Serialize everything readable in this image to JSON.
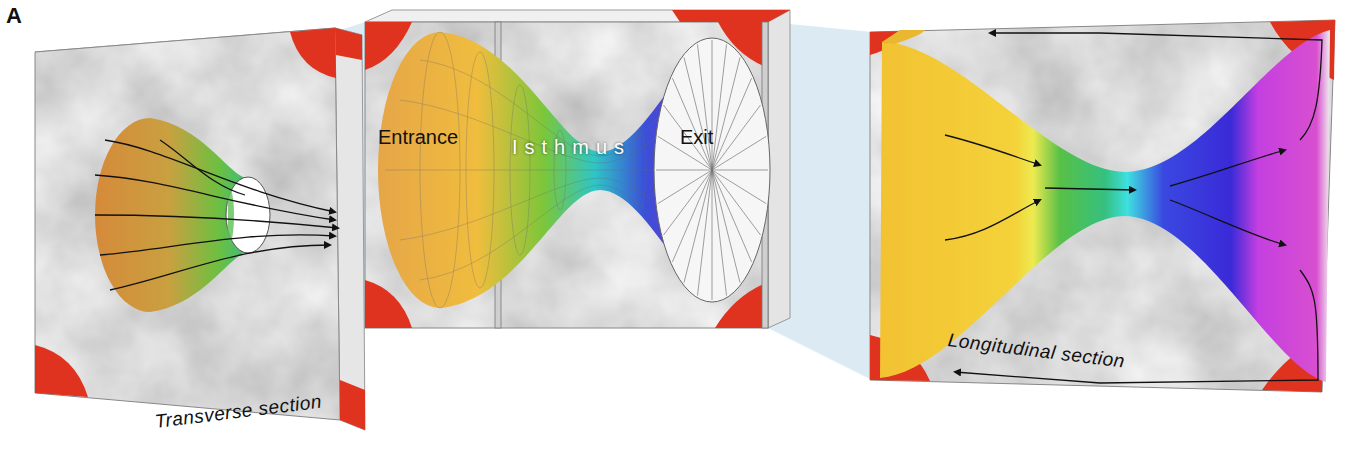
{
  "diagram": {
    "labels": [
      "A",
      "Entrance",
      "Isthmus",
      "Exit",
      "Transverse section",
      "Longitudinal section"
    ]
  }
}
